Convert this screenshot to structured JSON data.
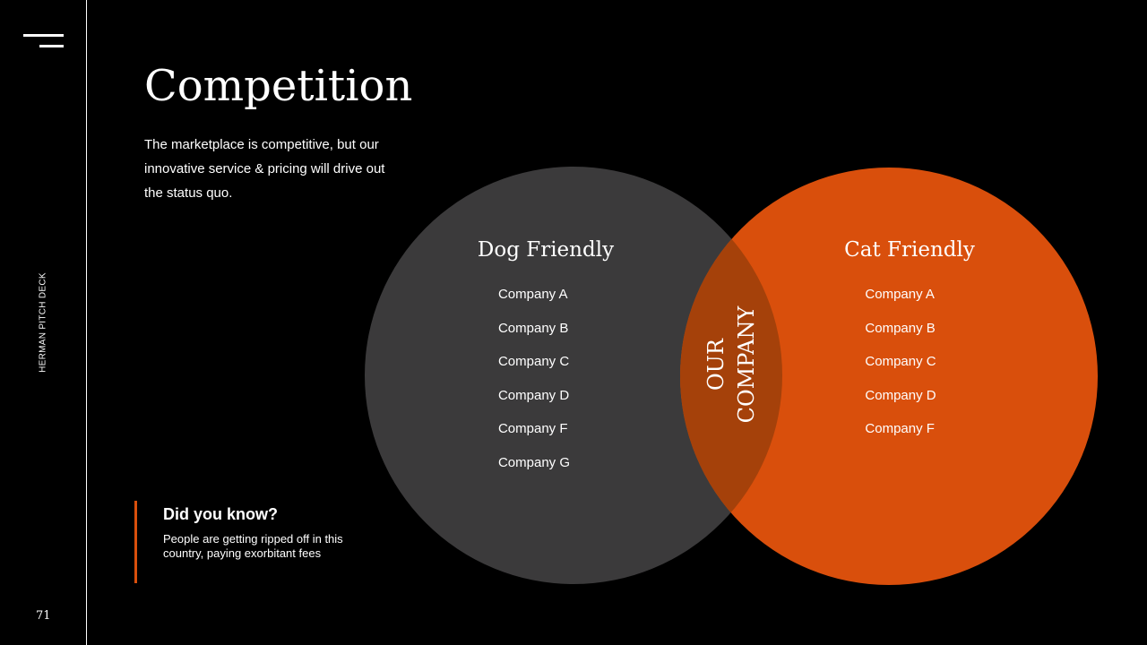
{
  "sidebar": {
    "label": "HERMAN PITCH DECK",
    "page_number": "71",
    "menu_icon": "menu-icon"
  },
  "title": "Competition",
  "intro": "The marketplace is competitive, but our innovative service & pricing will drive out the status quo.",
  "did_you_know": {
    "heading": "Did you know?",
    "text": "People are getting ripped off in this country, paying exorbitant fees"
  },
  "venn": {
    "left": {
      "title": "Dog Friendly",
      "color": "#3b3a3b",
      "items": [
        "Company A",
        "Company B",
        "Company C",
        "Company D",
        "Company F",
        "Company G"
      ]
    },
    "right": {
      "title": "Cat Friendly",
      "color": "#d94f0c",
      "items": [
        "Company A",
        "Company B",
        "Company C",
        "Company D",
        "Company F"
      ]
    },
    "overlap": {
      "line1": "OUR",
      "line2": "COMPANY",
      "color": "#a5410a"
    }
  }
}
